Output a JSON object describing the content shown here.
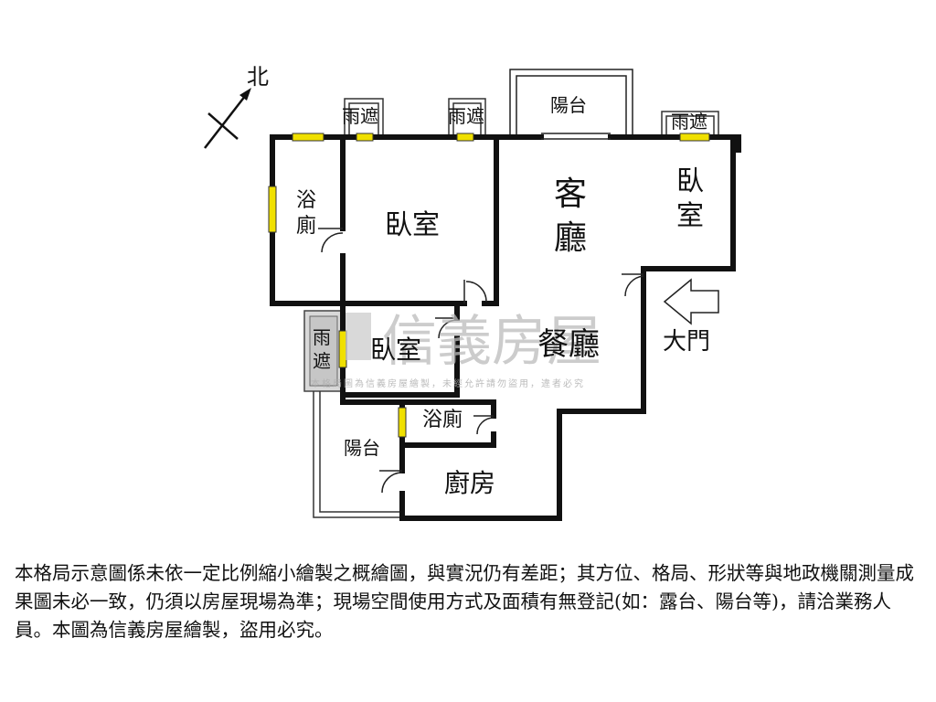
{
  "compass": {
    "north_label": "北"
  },
  "rooms": {
    "bathroom_1": [
      "浴",
      "廁"
    ],
    "bedroom_1": "臥室",
    "living_room": [
      "客",
      "廳"
    ],
    "bedroom_2": [
      "臥",
      "室"
    ],
    "bedroom_3": "臥室",
    "dining_room": "餐廳",
    "bathroom_2": "浴廁",
    "balcony_lower": "陽台",
    "kitchen": "廚房",
    "balcony_top": "陽台",
    "awning_side": [
      "雨",
      "遮"
    ],
    "main_door": "大門"
  },
  "awnings": [
    "雨遮",
    "雨遮",
    "雨遮"
  ],
  "watermark": {
    "brand": "信義房屋",
    "notice": "本格局圖為信義房屋繪製，未經允許請勿盜用，違者必究"
  },
  "disclaimer": "本格局示意圖係未依一定比例縮小繪製之概繪圖，與實況仍有差距；其方位、格局、形狀等與地政機關測量成果圖未必一致，仍須以房屋現場為準；現場空間使用方式及面積有無登記(如：露台、陽台等)，請洽業務人員。本圖為信義房屋繪製，盜用必究。",
  "colors": {
    "wall": "#111111",
    "window": "#f0e000",
    "watermark": "#bcbcbc"
  }
}
